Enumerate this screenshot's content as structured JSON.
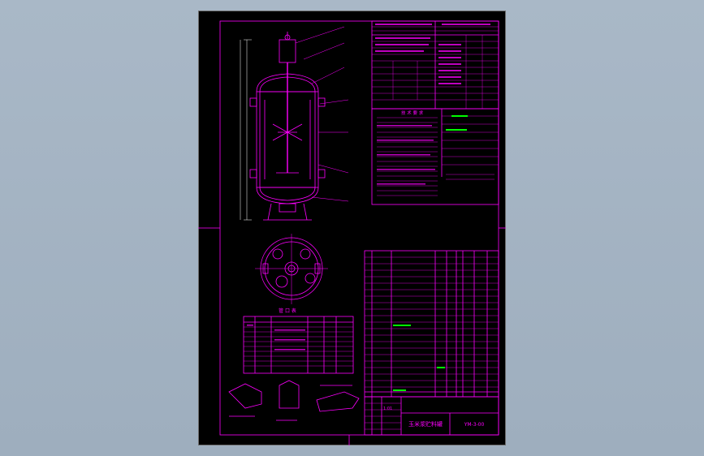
{
  "colors": {
    "background": "#a3b3c3",
    "sheet": "#000000",
    "linework": "#ff00ff",
    "highlight": "#00ff00",
    "dimension": "#ffffff"
  },
  "drawing": {
    "title_block": {
      "name": "玉米浆贮料罐",
      "drawing_number": "YM-3-00",
      "scale": "1:01"
    },
    "nozzle_table": {
      "title": "管 口 表"
    },
    "tech_requirements": {
      "title": "技 术 要 求"
    }
  }
}
